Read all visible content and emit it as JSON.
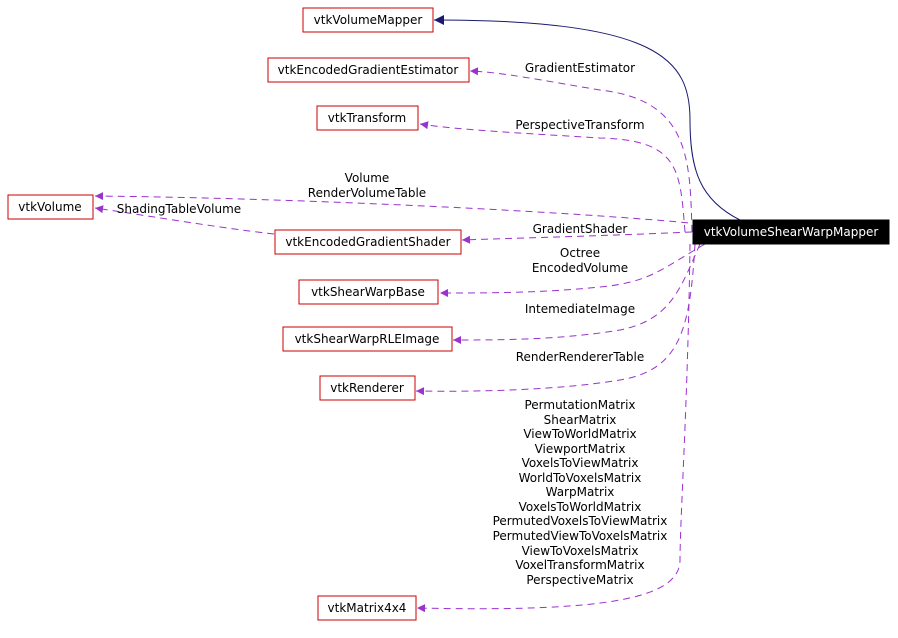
{
  "nodes": {
    "main": "vtkVolumeShearWarpMapper",
    "volume_mapper": "vtkVolumeMapper",
    "gradient_estimator": "vtkEncodedGradientEstimator",
    "transform": "vtkTransform",
    "volume": "vtkVolume",
    "gradient_shader": "vtkEncodedGradientShader",
    "shear_warp_base": "vtkShearWarpBase",
    "rle_image": "vtkShearWarpRLEImage",
    "renderer": "vtkRenderer",
    "matrix": "vtkMatrix4x4"
  },
  "edge_labels": {
    "gradient_estimator": "GradientEstimator",
    "perspective_transform": "PerspectiveTransform",
    "volume": [
      "Volume",
      "RenderVolumeTable"
    ],
    "shading_table_volume": "ShadingTableVolume",
    "gradient_shader": "GradientShader",
    "shear_warp_base": [
      "Octree",
      "EncodedVolume"
    ],
    "rle_image": "IntemediateImage",
    "renderer": "RenderRendererTable",
    "matrix": [
      "PermutationMatrix",
      "ShearMatrix",
      "ViewToWorldMatrix",
      "ViewportMatrix",
      "VoxelsToViewMatrix",
      "WorldToVoxelsMatrix",
      "WarpMatrix",
      "VoxelsToWorldMatrix",
      "PermutedVoxelsToViewMatrix",
      "PermutedViewToVoxelsMatrix",
      "ViewToVoxelsMatrix",
      "VoxelTransformMatrix",
      "PerspectiveMatrix"
    ]
  },
  "colors": {
    "node_border": "#cc0000",
    "main_fill": "#000000",
    "use_edge": "#9a32cd",
    "inherit_edge": "#191970"
  }
}
